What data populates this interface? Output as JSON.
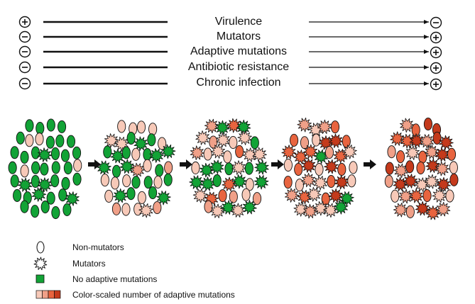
{
  "traits": [
    {
      "label": "Virulence",
      "start": "+",
      "end": "−"
    },
    {
      "label": "Mutators",
      "start": "−",
      "end": "+"
    },
    {
      "label": "Adaptive mutations",
      "start": "−",
      "end": "+"
    },
    {
      "label": "Antibiotic resistance",
      "start": "−",
      "end": "+"
    },
    {
      "label": "Chronic infection",
      "start": "−",
      "end": "+"
    }
  ],
  "legend": [
    {
      "label": "Non-mutators",
      "symbol": "non-mutator-oval-icon"
    },
    {
      "label": "Mutators",
      "symbol": "mutator-starburst-icon"
    },
    {
      "label": "No adaptive mutations",
      "symbol": "green-square-icon"
    },
    {
      "label": "Color-scaled number of adaptive mutations",
      "symbol": "color-scale-squares-icon"
    }
  ],
  "colors": {
    "none": "#12a336",
    "level1": "#f7c9b8",
    "level2": "#f0a088",
    "level3": "#e8643f",
    "level4": "#c43a1c",
    "outline": "#111111"
  },
  "stages": [
    {
      "mutator_share": 0.12,
      "mix": [
        0.92,
        0.08,
        0,
        0,
        0
      ]
    },
    {
      "mutator_share": 0.28,
      "mix": [
        0.55,
        0.38,
        0.07,
        0,
        0
      ]
    },
    {
      "mutator_share": 0.45,
      "mix": [
        0.28,
        0.42,
        0.2,
        0.1,
        0
      ]
    },
    {
      "mutator_share": 0.55,
      "mix": [
        0.07,
        0.35,
        0.18,
        0.25,
        0.15
      ]
    },
    {
      "mutator_share": 0.62,
      "mix": [
        0,
        0.12,
        0.18,
        0.3,
        0.4
      ]
    }
  ]
}
